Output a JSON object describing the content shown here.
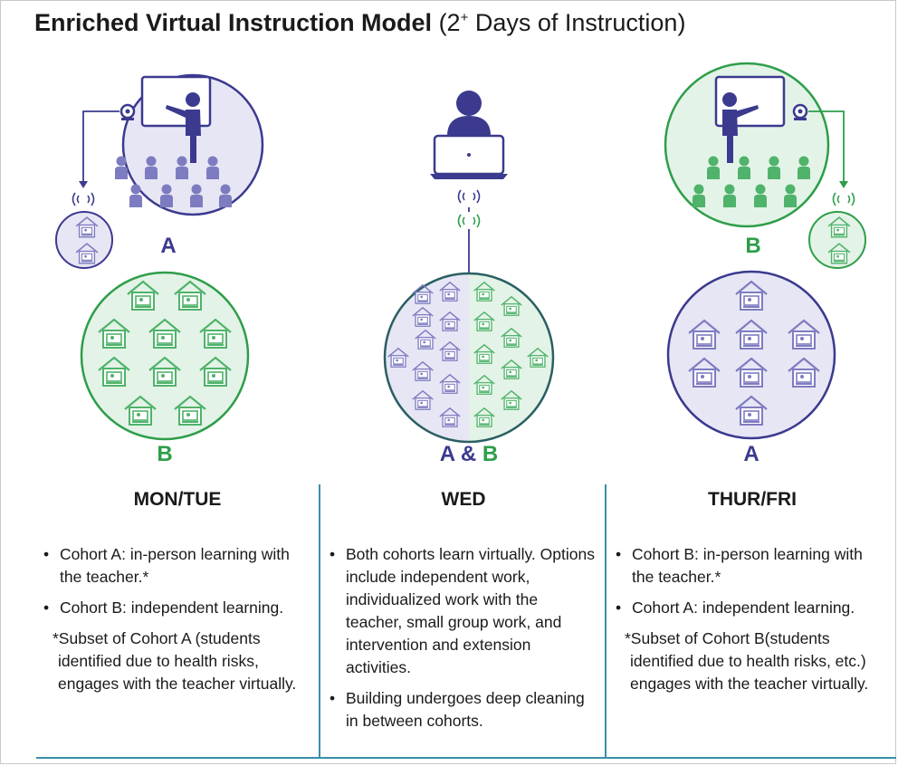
{
  "title": {
    "bold": "Enriched Virtual Instruction Model",
    "open": " (2",
    "sup": "+",
    "rest": " Days of Instruction)"
  },
  "colors": {
    "cohort_a": "#3b3a8f",
    "cohort_a_fill": "#e7e6f5",
    "cohort_a_icon": "#7e7cc0",
    "cohort_b": "#2e9e4a",
    "cohort_b_fill": "#e4f3e7",
    "cohort_b_icon": "#4fb36b",
    "divider": "#3a8fa8"
  },
  "scenes": {
    "left": {
      "classroom_label": "A",
      "home_label": "B"
    },
    "middle": {
      "home_label_a": "A",
      "home_label_amp": " & ",
      "home_label_b": "B"
    },
    "right": {
      "classroom_label": "B",
      "home_label": "A"
    }
  },
  "columns": [
    {
      "heading": "MON/TUE",
      "bullets": [
        "Cohort A: in-person learning with the teacher.*",
        "Cohort B: independent learning."
      ],
      "note": "*Subset of Cohort A (students identified due to health risks, engages with the teacher virtually."
    },
    {
      "heading": "WED",
      "bullets": [
        "Both cohorts learn virtually. Options include independent work, individualized work with the teacher, small group work, and intervention and extension activities.",
        "Building undergoes deep cleaning in between cohorts."
      ],
      "note": ""
    },
    {
      "heading": "THUR/FRI",
      "bullets": [
        "Cohort B: in-person learning with the teacher.*",
        "Cohort A: independent learning."
      ],
      "note": "*Subset of Cohort B(students identified due to health risks, etc.) engages with the teacher virtually."
    }
  ]
}
